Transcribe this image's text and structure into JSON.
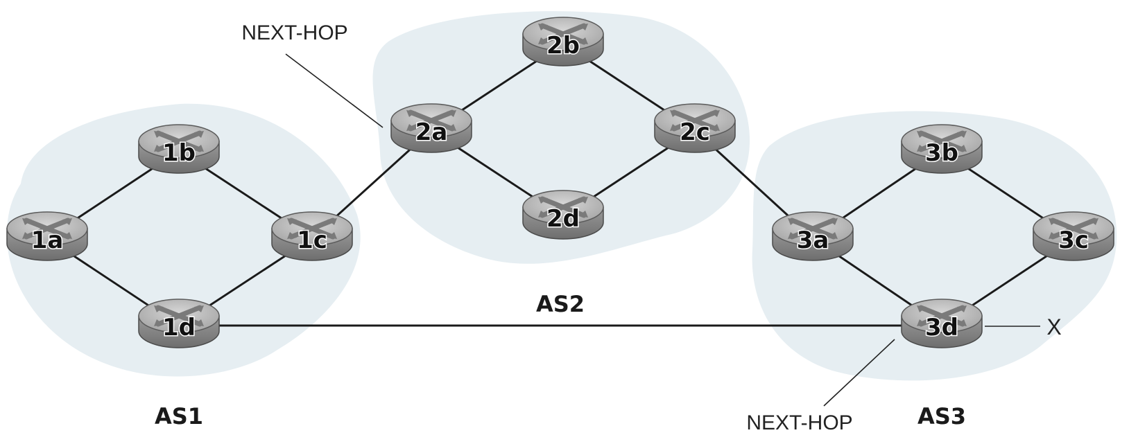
{
  "colors": {
    "as_region": "#e6eef2",
    "router_top": "#b4b4b4",
    "router_side": "#8a8a8a",
    "line": "#1a1a1a"
  },
  "regions": [
    {
      "id": "as1",
      "label": "AS1"
    },
    {
      "id": "as2",
      "label": "AS2"
    },
    {
      "id": "as3",
      "label": "AS3"
    }
  ],
  "routers": [
    {
      "id": "1a",
      "label": "1a"
    },
    {
      "id": "1b",
      "label": "1b"
    },
    {
      "id": "1c",
      "label": "1c"
    },
    {
      "id": "1d",
      "label": "1d"
    },
    {
      "id": "2a",
      "label": "2a"
    },
    {
      "id": "2b",
      "label": "2b"
    },
    {
      "id": "2c",
      "label": "2c"
    },
    {
      "id": "2d",
      "label": "2d"
    },
    {
      "id": "3a",
      "label": "3a"
    },
    {
      "id": "3b",
      "label": "3b"
    },
    {
      "id": "3c",
      "label": "3c"
    },
    {
      "id": "3d",
      "label": "3d"
    }
  ],
  "links": [
    [
      "1a",
      "1b"
    ],
    [
      "1b",
      "1c"
    ],
    [
      "1a",
      "1d"
    ],
    [
      "1d",
      "1c"
    ],
    [
      "1c",
      "2a"
    ],
    [
      "2a",
      "2b"
    ],
    [
      "2b",
      "2c"
    ],
    [
      "2a",
      "2d"
    ],
    [
      "2d",
      "2c"
    ],
    [
      "2c",
      "3a"
    ],
    [
      "3a",
      "3b"
    ],
    [
      "3b",
      "3c"
    ],
    [
      "3a",
      "3d"
    ],
    [
      "3d",
      "3c"
    ],
    [
      "1d",
      "3d"
    ]
  ],
  "annotations": {
    "next_hop_top": "NEXT-HOP",
    "next_hop_bottom": "NEXT-HOP",
    "destination": "X"
  }
}
